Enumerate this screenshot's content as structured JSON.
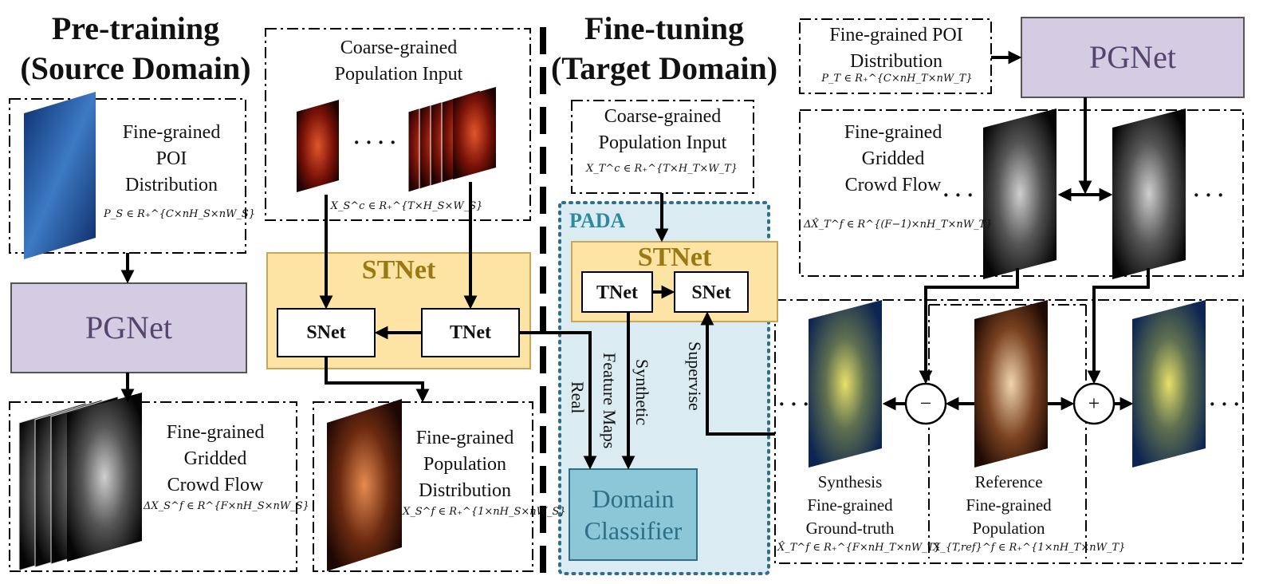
{
  "colors": {
    "pgnet_fill": "#d4cce3",
    "stnet_fill": "#fde3a4",
    "pada_fill": "#daebf1",
    "classifier_fill": "#8cc7d7"
  },
  "pretrain": {
    "title_line1": "Pre-training",
    "title_line2": "(Source Domain)",
    "poi": {
      "line1": "Fine-grained",
      "line2": "POI",
      "line3": "Distribution",
      "math": "P_S ∈ R₊^{C×nH_S×nW_S}"
    },
    "coarse": {
      "line1": "Coarse-grained",
      "line2": "Population Input",
      "dots": "· · · ·",
      "math": "X_S^c ∈ R₊^{T×H_S×W_S}"
    },
    "pgnet": "PGNet",
    "stnet": {
      "title": "STNet",
      "snet": "SNet",
      "tnet": "TNet"
    },
    "crowd": {
      "line1": "Fine-grained",
      "line2": "Gridded",
      "line3": "Crowd Flow",
      "math": "ΔX_S^f ∈ R^{F×nH_S×nW_S}"
    },
    "population": {
      "line1": "Fine-grained",
      "line2": "Population",
      "line3": "Distribution",
      "math": "X_S^f ∈ R₊^{1×nH_S×nW_S}"
    }
  },
  "finetune": {
    "title_line1": "Fine-tuning",
    "title_line2": "(Target Domain)",
    "coarse": {
      "line1": "Coarse-grained",
      "line2": "Population Input",
      "math": "X_T^c ∈ R₊^{T×H_T×W_T}"
    },
    "pada": "PADA",
    "stnet": {
      "title": "STNet",
      "tnet": "TNet",
      "snet": "SNet"
    },
    "labels": {
      "real": "Real",
      "feature_maps": "Feature Maps",
      "synthetic": "Synthetic",
      "supervise": "Supervise"
    },
    "classifier": {
      "line1": "Domain",
      "line2": "Classifier"
    }
  },
  "right": {
    "poi": {
      "line1": "Fine-grained POI",
      "line2": "Distribution",
      "math": "P_T ∈ R₊^{C×nH_T×nW_T}"
    },
    "pgnet": "PGNet",
    "crowd": {
      "line1": "Fine-grained",
      "line2": "Gridded",
      "line3": "Crowd Flow",
      "math": "ΔX̂_T^f ∈ R^{(F−1)×nH_T×nW_T}"
    },
    "synthesis": {
      "line1": "Synthesis",
      "line2": "Fine-grained",
      "line3": "Ground-truth",
      "math": "X̂_T^f ∈ R₊^{F×nH_T×nW_T}"
    },
    "reference": {
      "line1": "Reference",
      "line2": "Fine-grained",
      "line3": "Population",
      "math": "X_{T,ref}^f ∈ R₊^{1×nH_T×nW_T}"
    },
    "minus": "−",
    "plus": "+",
    "dots": "· · ·"
  }
}
